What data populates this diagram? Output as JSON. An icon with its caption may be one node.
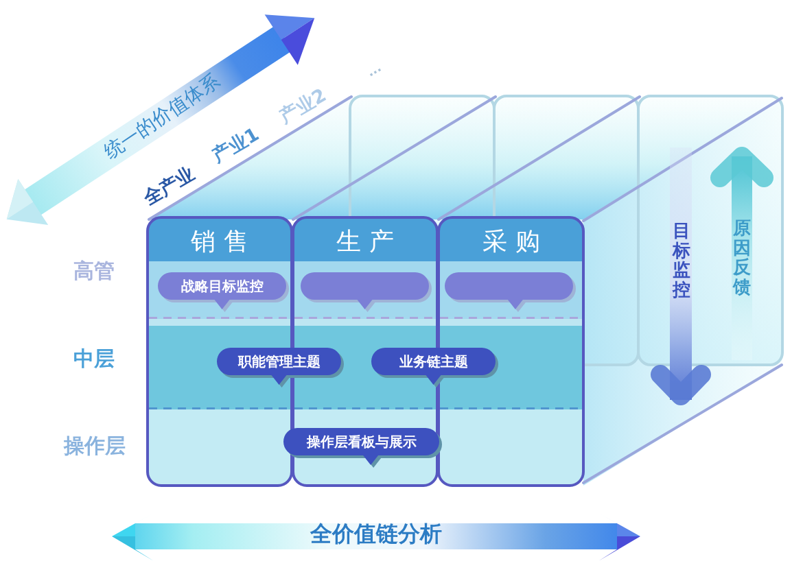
{
  "diagram": {
    "nodes": [
      {
        "text": [
          "销售"
        ]
      },
      {
        "text": [
          "生产"
        ]
      },
      {
        "text": [
          "采购"
        ]
      },
      {
        "text": [
          "战略目标监控"
        ],
        "in": 0
      },
      {
        "text": [],
        "shape": "bubble",
        "in": 1
      },
      {
        "text": [],
        "shape": "bubble",
        "in": 2
      },
      {
        "text": [
          "职能管理主题"
        ]
      },
      {
        "text": [
          "业务链主题"
        ]
      },
      {
        "text": [
          "操作层看板与展示"
        ],
        "in": 1
      }
    ],
    "labels": [
      "统一的价值体系",
      "全产业",
      "产业1",
      "产业2",
      "...",
      "高管",
      "中层",
      "操作层",
      "目标监控",
      "原因反馈",
      "全价值链分析"
    ]
  }
}
